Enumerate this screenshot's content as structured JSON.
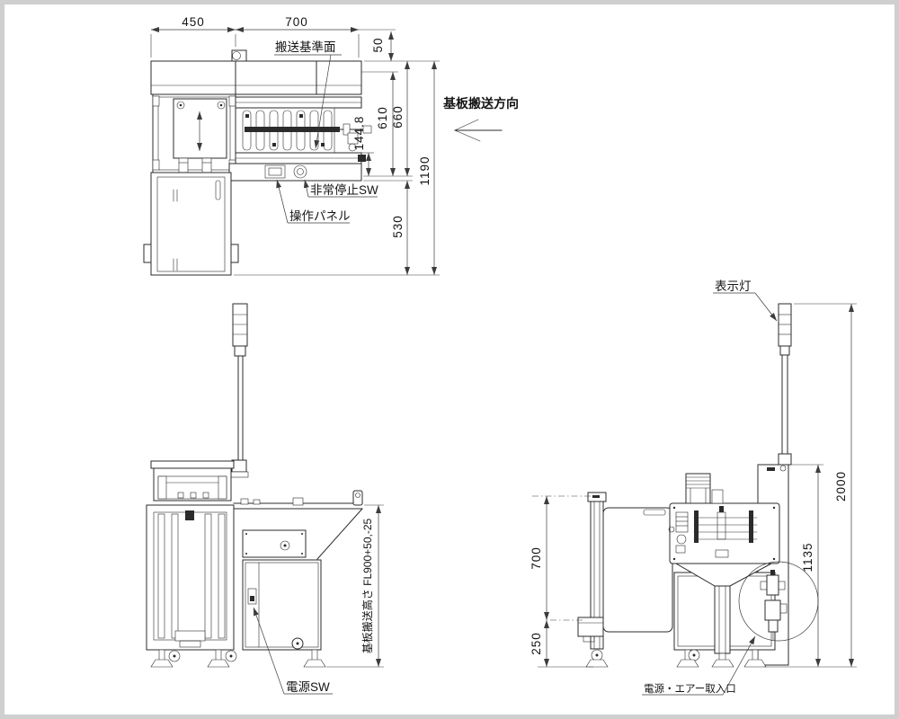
{
  "drawing": {
    "kind": "engineering-drawing-3-views",
    "background": "#ffffff",
    "frame_color": "#cfcfcf",
    "line_color": "#2b2b2b",
    "top_view": {
      "dims": {
        "width_left": "450",
        "width_right": "700",
        "offset_top": "50",
        "depth_660": "660",
        "depth_610": "610",
        "depth_144_8": "144.8",
        "depth_total_1190": "1190",
        "depth_rear_530": "530"
      },
      "labels": {
        "transport_reference_plane": "搬送基準面",
        "emergency_stop_switch": "非常停止SW",
        "operation_panel": "操作パネル",
        "board_transport_direction": "基板搬送方向"
      }
    },
    "front_view": {
      "labels": {
        "power_switch": "電源SW",
        "board_transport_height": "基板搬送高さ FL900+50,-25"
      }
    },
    "side_view": {
      "dims": {
        "height_700": "700",
        "height_250": "250",
        "height_1135": "1135",
        "height_2000": "2000"
      },
      "labels": {
        "indicator_light": "表示灯",
        "power_air_inlet": "電源・エアー取入口"
      }
    }
  }
}
